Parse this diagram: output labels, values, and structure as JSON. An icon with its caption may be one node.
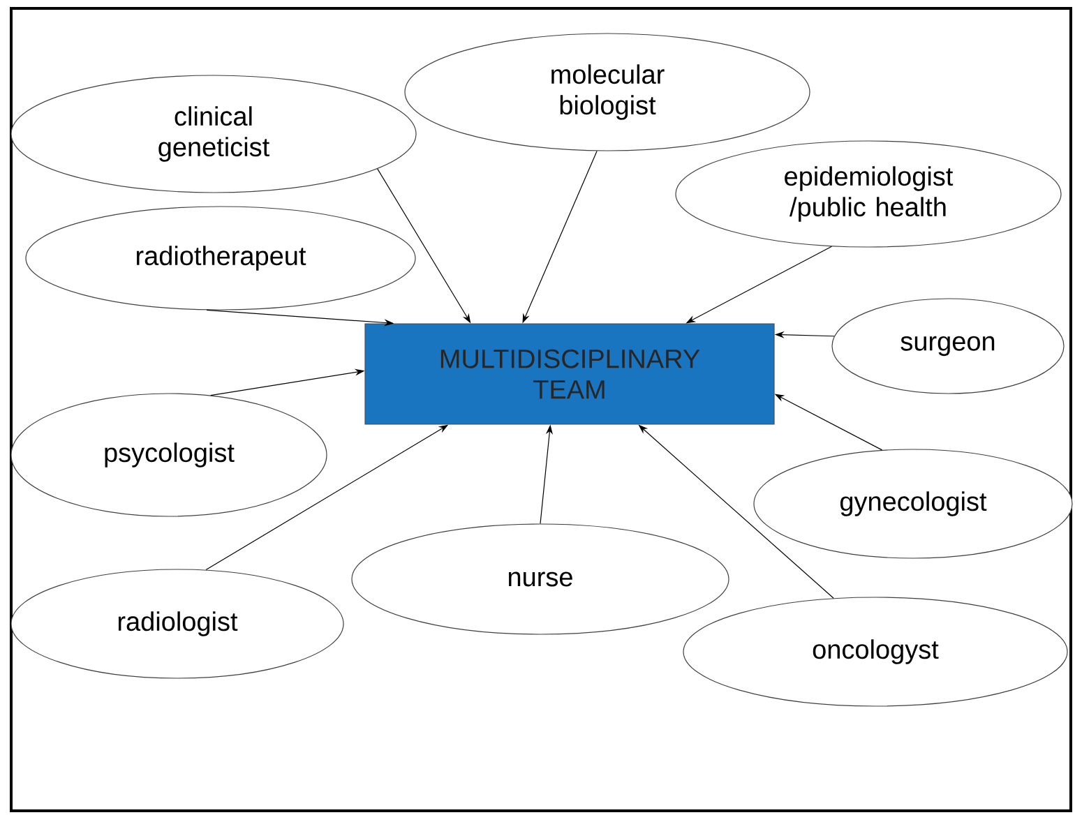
{
  "diagram": {
    "nodes": [
      {
        "text": [
          "clinical geneticist"
        ]
      },
      {
        "text": [
          "molecular biologist"
        ]
      },
      {
        "text": [
          "epidemiologist /public health"
        ]
      },
      {
        "text": [
          "radiotherapeut"
        ]
      },
      {
        "text": [
          "MULTIDISCIPLINARY TEAM"
        ]
      },
      {
        "text": [
          "surgeon"
        ]
      },
      {
        "text": [
          "psycologist"
        ]
      },
      {
        "text": [
          "gynecologist"
        ]
      },
      {
        "text": [
          "nurse"
        ]
      },
      {
        "text": [
          "radiologist"
        ]
      },
      {
        "text": [
          "oncologyst"
        ]
      }
    ],
    "edges": [
      {
        "from": 0,
        "to": 4,
        "arrow": "to"
      },
      {
        "from": 1,
        "to": 4,
        "arrow": "to"
      },
      {
        "from": 2,
        "to": 4,
        "arrow": "to"
      },
      {
        "from": 3,
        "to": 4,
        "arrow": "to"
      },
      {
        "from": 5,
        "to": 4,
        "arrow": "to"
      },
      {
        "from": 6,
        "to": 4,
        "arrow": "to"
      },
      {
        "from": 7,
        "to": 4,
        "arrow": "to"
      },
      {
        "from": 8,
        "to": 4,
        "arrow": "to"
      },
      {
        "from": 9,
        "to": 4,
        "arrow": "to"
      },
      {
        "from": 10,
        "to": 4,
        "arrow": "to"
      }
    ]
  }
}
